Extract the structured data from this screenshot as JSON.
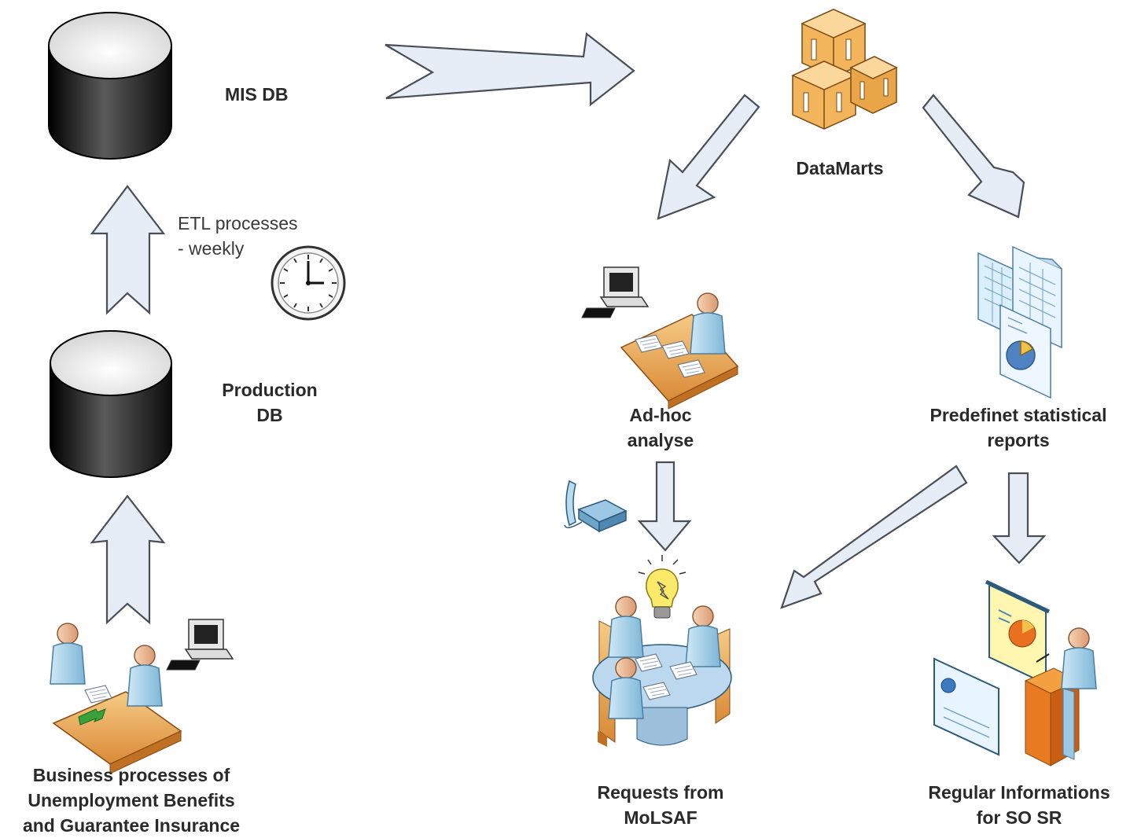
{
  "labels": {
    "mis_db": "MIS DB",
    "production_db_line1": "Production",
    "production_db_line2": "DB",
    "etl_line1": "ETL processes",
    "etl_line2": "- weekly",
    "datamarts": "DataMarts",
    "adhoc_line1": "Ad-hoc",
    "adhoc_line2": "analyse",
    "reports_line1": "Predefinet statistical",
    "reports_line2": "reports",
    "business_line1": "Business processes of",
    "business_line2": "Unemployment Benefits",
    "business_line3": "and Guarantee Insurance",
    "requests_line1": "Requests from",
    "requests_line2": "MoLSAF",
    "regular_line1": "Regular Informations",
    "regular_line2": "for SO SR"
  },
  "icons": {
    "mis_db": "database-cylinder-icon",
    "production_db": "database-cylinder-icon",
    "clock": "clock-icon",
    "datamarts": "stacked-boxes-icon",
    "adhoc": "person-at-desk-computer-icon",
    "reports": "report-documents-icon",
    "business": "two-people-at-desk-icon",
    "phone": "telephone-icon",
    "requests": "meeting-table-icon",
    "lightbulb": "lightbulb-icon",
    "presentation": "presenter-podium-icon"
  },
  "colors": {
    "arrow_fill": "#e6edf7",
    "arrow_stroke": "#4a4f57",
    "db_top": "#ffffff",
    "db_body": "#1a1a1a",
    "box": "#f2b55b",
    "person": "#a9d3ea",
    "desk": "#f0b060",
    "text": "#2a2a2a"
  }
}
